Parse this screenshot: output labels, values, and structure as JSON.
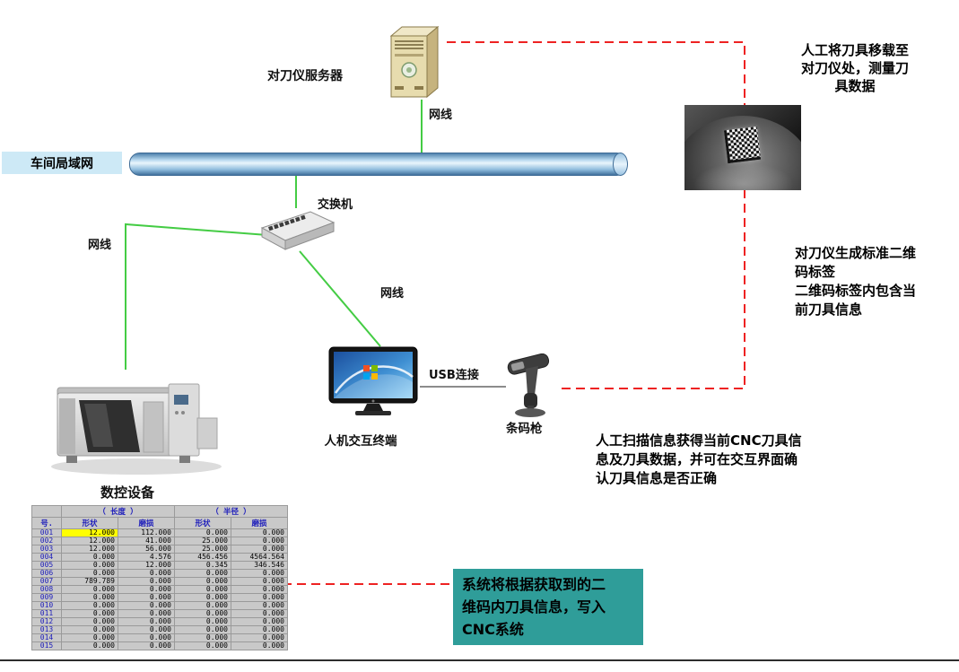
{
  "nodes": {
    "server_label": "对刀仪服务器",
    "cable_top_label": "网线",
    "lan_label": "车间局域网",
    "switch_label": "交换机",
    "cable_left_label": "网线",
    "cable_mid_label": "网线",
    "terminal_label": "人机交互终端",
    "usb_label": "USB连接",
    "scanner_label": "条码枪",
    "cnc_label": "数控设备"
  },
  "annotations": {
    "move_tool": "人工将刀具移载至\n对刀仪处，测量刀\n具数据",
    "qr_generate": "对刀仪生成标准二维\n码标签\n二维码标签内包含当\n前刀具信息",
    "scan_info": "人工扫描信息获得当前CNC刀具信\n息及刀具数据，并可在交互界面确\n认刀具信息是否正确",
    "write_cnc": "系统将根据获取到的二\n维码内刀具信息，写入\nCNC系统"
  },
  "tool_table": {
    "group_headers": {
      "length": "（ 长度 ）",
      "radius": "（ 半径 ）"
    },
    "col_headers": {
      "no": "号.",
      "shape1": "形状",
      "wear1": "磨损",
      "shape2": "形状",
      "wear2": "磨损"
    },
    "highlight": {
      "row": 0,
      "col": 1
    },
    "rows": [
      [
        "001",
        "12.000",
        "112.000",
        "0.000",
        "0.000"
      ],
      [
        "002",
        "12.000",
        "41.000",
        "25.000",
        "0.000"
      ],
      [
        "003",
        "12.000",
        "56.000",
        "25.000",
        "0.000"
      ],
      [
        "004",
        "0.000",
        "4.576",
        "456.456",
        "4564.564"
      ],
      [
        "005",
        "0.000",
        "12.000",
        "0.345",
        "346.546"
      ],
      [
        "006",
        "0.000",
        "0.000",
        "0.000",
        "0.000"
      ],
      [
        "007",
        "789.789",
        "0.000",
        "0.000",
        "0.000"
      ],
      [
        "008",
        "0.000",
        "0.000",
        "0.000",
        "0.000"
      ],
      [
        "009",
        "0.000",
        "0.000",
        "0.000",
        "0.000"
      ],
      [
        "010",
        "0.000",
        "0.000",
        "0.000",
        "0.000"
      ],
      [
        "011",
        "0.000",
        "0.000",
        "0.000",
        "0.000"
      ],
      [
        "012",
        "0.000",
        "0.000",
        "0.000",
        "0.000"
      ],
      [
        "013",
        "0.000",
        "0.000",
        "0.000",
        "0.000"
      ],
      [
        "014",
        "0.000",
        "0.000",
        "0.000",
        "0.000"
      ],
      [
        "015",
        "0.000",
        "0.000",
        "0.000",
        "0.000"
      ]
    ]
  },
  "colors": {
    "green_line": "#44cc44",
    "red_dash": "#ee2222",
    "teal_box": "#2f9d99",
    "lan_label_bg": "#cde9f6",
    "highlight_cell": "#ffff00"
  }
}
